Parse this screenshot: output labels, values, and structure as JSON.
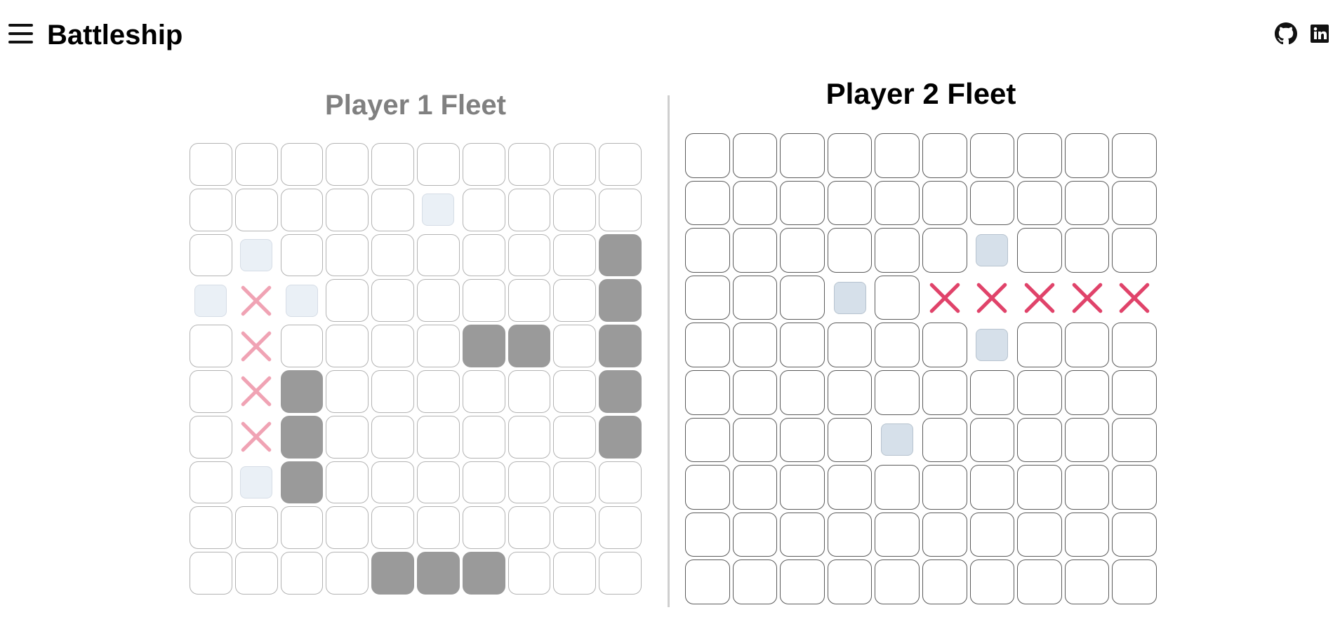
{
  "header": {
    "title": "Battleship",
    "menu_icon": "hamburger-menu-icon",
    "links": [
      {
        "name": "github-icon"
      },
      {
        "name": "linkedin-icon"
      }
    ]
  },
  "colors": {
    "ship": "#9a9a9a",
    "p1_hit": "#f0a3b4",
    "p2_hit": "#e0436a",
    "p1_miss": "#eaf0f6",
    "p2_miss": "#d6e0ea",
    "p1_title": "#808080",
    "p2_title": "#000000"
  },
  "player1": {
    "title": "Player 1 Fleet",
    "grid": [
      "..........",
      ".....o....",
      ".o.......S",
      "oxo......S",
      ".x....SS.S",
      ".xS......S",
      ".xS......S",
      ".oS.......",
      "..........",
      "....SSS..."
    ]
  },
  "player2": {
    "title": "Player 2 Fleet",
    "grid": [
      "..........",
      "..........",
      "......o...",
      "...o.xxxxx",
      "......o...",
      "..........",
      "....o.....",
      "..........",
      "..........",
      ".........."
    ]
  },
  "legend": {
    "cell_states": {
      ".": "empty",
      "S": "ship",
      "o": "miss",
      "x": "hit"
    }
  }
}
